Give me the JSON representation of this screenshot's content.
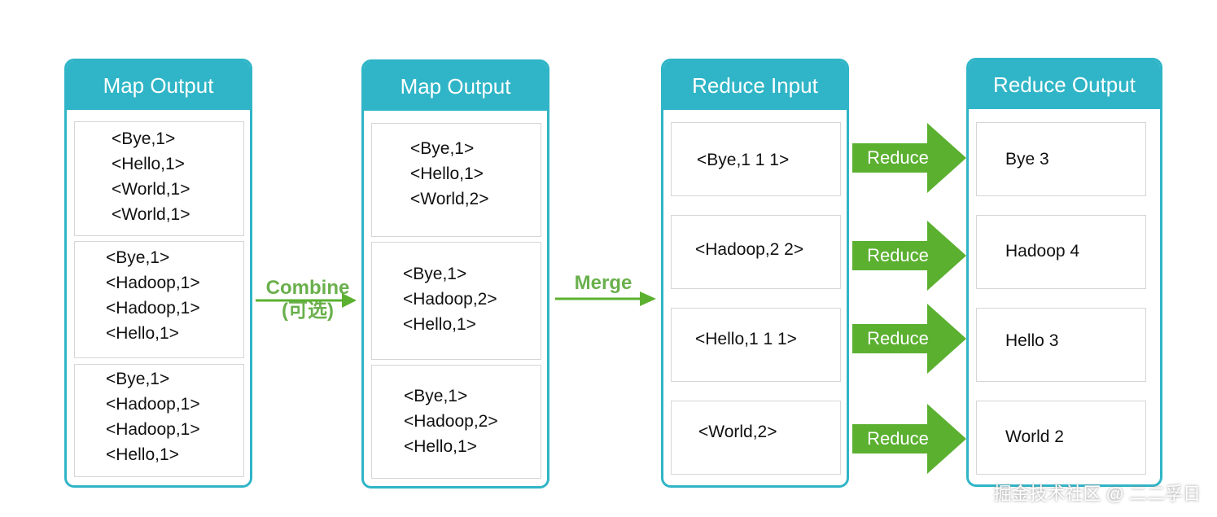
{
  "panels": [
    {
      "title": "Map Output",
      "boxes": [
        [
          "<Bye,1>",
          "<Hello,1>",
          "<World,1>",
          "<World,1>"
        ],
        [
          "<Bye,1>",
          "<Hadoop,1>",
          "<Hadoop,1>",
          "<Hello,1>"
        ],
        [
          "<Bye,1>",
          "<Hadoop,1>",
          "<Hadoop,1>",
          "<Hello,1>"
        ]
      ]
    },
    {
      "title": "Map Output",
      "boxes": [
        [
          "<Bye,1>",
          "<Hello,1>",
          "<World,2>"
        ],
        [
          "<Bye,1>",
          "<Hadoop,2>",
          "<Hello,1>"
        ],
        [
          "<Bye,1>",
          "<Hadoop,2>",
          "<Hello,1>"
        ]
      ]
    },
    {
      "title": "Reduce Input",
      "boxes": [
        [
          "<Bye,1 1 1>"
        ],
        [
          "<Hadoop,2 2>"
        ],
        [
          "<Hello,1 1 1>"
        ],
        [
          "<World,2>"
        ]
      ]
    },
    {
      "title": "Reduce Output",
      "boxes": [
        [
          "Bye 3"
        ],
        [
          "Hadoop 4"
        ],
        [
          "Hello 3"
        ],
        [
          "World 2"
        ]
      ]
    }
  ],
  "flows": {
    "combine": {
      "label": "Combine",
      "sublabel": "(可选)"
    },
    "merge": {
      "label": "Merge"
    },
    "reduce_label": "Reduce"
  },
  "colors": {
    "teal": "#2fb5c7",
    "green": "#6ab04c",
    "arrow_green": "#5bb030"
  },
  "watermark": "掘金技术社区 @ 二二孚日"
}
